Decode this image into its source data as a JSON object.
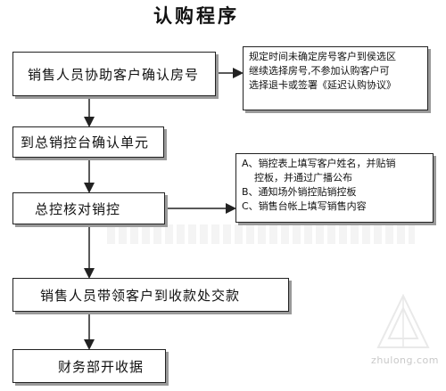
{
  "title": "认购程序",
  "steps": [
    "销售人员协助客户确认房号",
    "到总销控台确认单元",
    "总控核对销控",
    "销售人员带领客户到收款处交款",
    "财务部开收据"
  ],
  "notes": {
    "note1": [
      "规定时间未确定房号客户到侯选区",
      "继续选择房号,不参加认购客户可",
      "选择退卡或签署《延迟认购协议》"
    ],
    "note2": [
      "A、销控表上填写客户姓名，并贴销",
      "控板，并通过广播公布",
      "B、通知场外销控贴销控板",
      "C、销售台帐上填写销售内容"
    ]
  },
  "watermark": "zhulong.com"
}
